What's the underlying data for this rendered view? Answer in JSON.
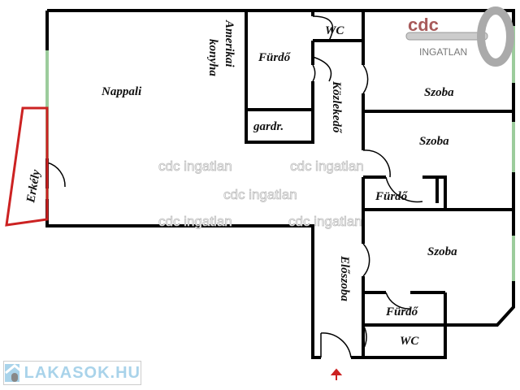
{
  "rooms": {
    "nappali": "Nappali",
    "amerikai": "Amerikai",
    "konyha": "konyha",
    "furdo1": "Fürdő",
    "wc1": "WC",
    "gardr": "gardr.",
    "kozlekedo": "Közlekedő",
    "szoba1": "Szoba",
    "szoba2": "Szoba",
    "furdo2": "Fürdő",
    "szoba3": "Szoba",
    "eloszoba": "Előszoba",
    "furdo3": "Fürdő",
    "wc2": "WC",
    "erkely": "Erkély"
  },
  "watermark": "cdc ingatlan",
  "brand": {
    "cdc": "cdc",
    "ingatlan": "INGATLAN"
  },
  "footer_logo": "LAKASOK.HU",
  "colors": {
    "wall": "#000000",
    "window": "#9ccc9c",
    "balcony": "#cc2222",
    "entry_arrow": "#cc2222"
  }
}
